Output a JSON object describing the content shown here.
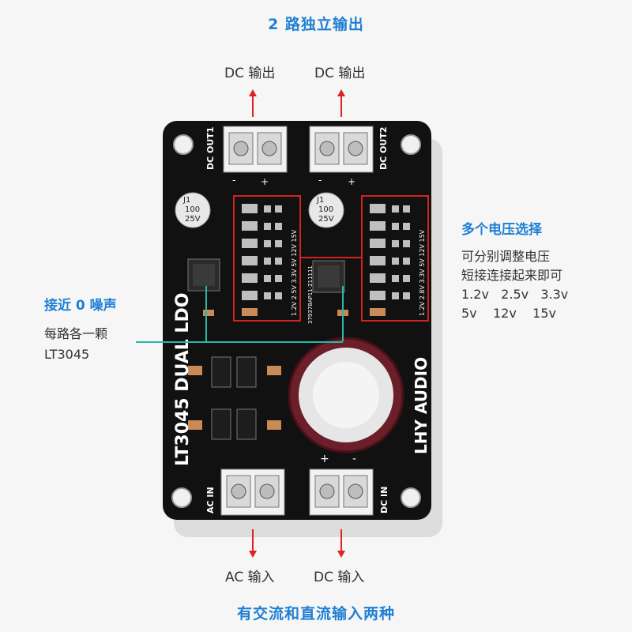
{
  "headline_top": "2 路独立输出",
  "headline_bottom": "有交流和直流输入两种",
  "out_label_1": "DC 输出",
  "out_label_2": "DC 输出",
  "in_label_ac": "AC 输入",
  "in_label_dc": "DC 输入",
  "voltage_title": "多个电压选择",
  "voltage_desc_1": "可分别调整电压",
  "voltage_desc_2": "短接连接起来即可",
  "voltage_row_1": "1.2v   2.5v   3.3v",
  "voltage_row_2": "5v    12v    15v",
  "noise_title": "接近 0 噪声",
  "noise_desc_1": "每路各一颗",
  "noise_desc_2": "LT3045",
  "board": {
    "label_dc_out1": "DC OUT1",
    "label_dc_out2": "DC OUT2",
    "label_ac_in": "AC IN",
    "label_dc_in": "DC IN",
    "label_product": "LT3045 DUAL LDO",
    "label_brand": "LHY AUDIO",
    "cap_j1_a": "J1",
    "cap_100_a": "100",
    "cap_25v_a": "25V",
    "cap_j1_b": "J1",
    "cap_100_b": "100",
    "cap_25v_b": "25V",
    "minus_1": "-",
    "plus_1": "+",
    "minus_2": "-",
    "plus_2": "+",
    "plus_in": "+",
    "minus_in": "-",
    "jumper_v_a": "1.2V 2.5V 3.3V 5V 12V 15V",
    "jumper_v_b": "1.2V 2.8V 3.3V 5V 12V 15V",
    "serial": "379378AP11-211111"
  },
  "colors": {
    "accent_blue": "#1f7fd4",
    "accent_red": "#d22222",
    "leader_teal": "#2ab7a8",
    "pcb_black": "#111111"
  }
}
